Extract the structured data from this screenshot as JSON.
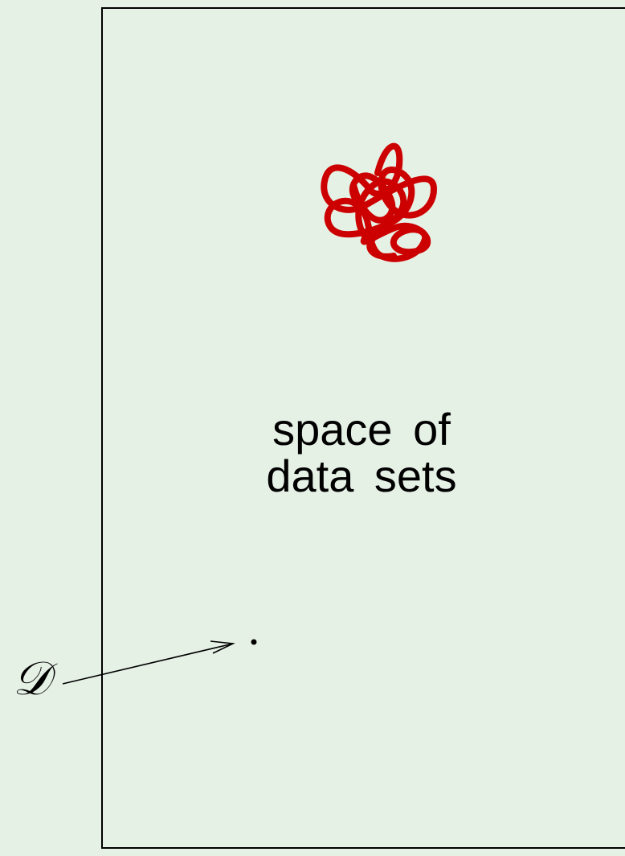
{
  "diagram": {
    "region_label_line1": "space of",
    "region_label_line2": "data sets",
    "point_label": "𝒟",
    "colors": {
      "background": "#e6f1e6",
      "scribble": "#cc0000",
      "ink": "#000000"
    }
  }
}
